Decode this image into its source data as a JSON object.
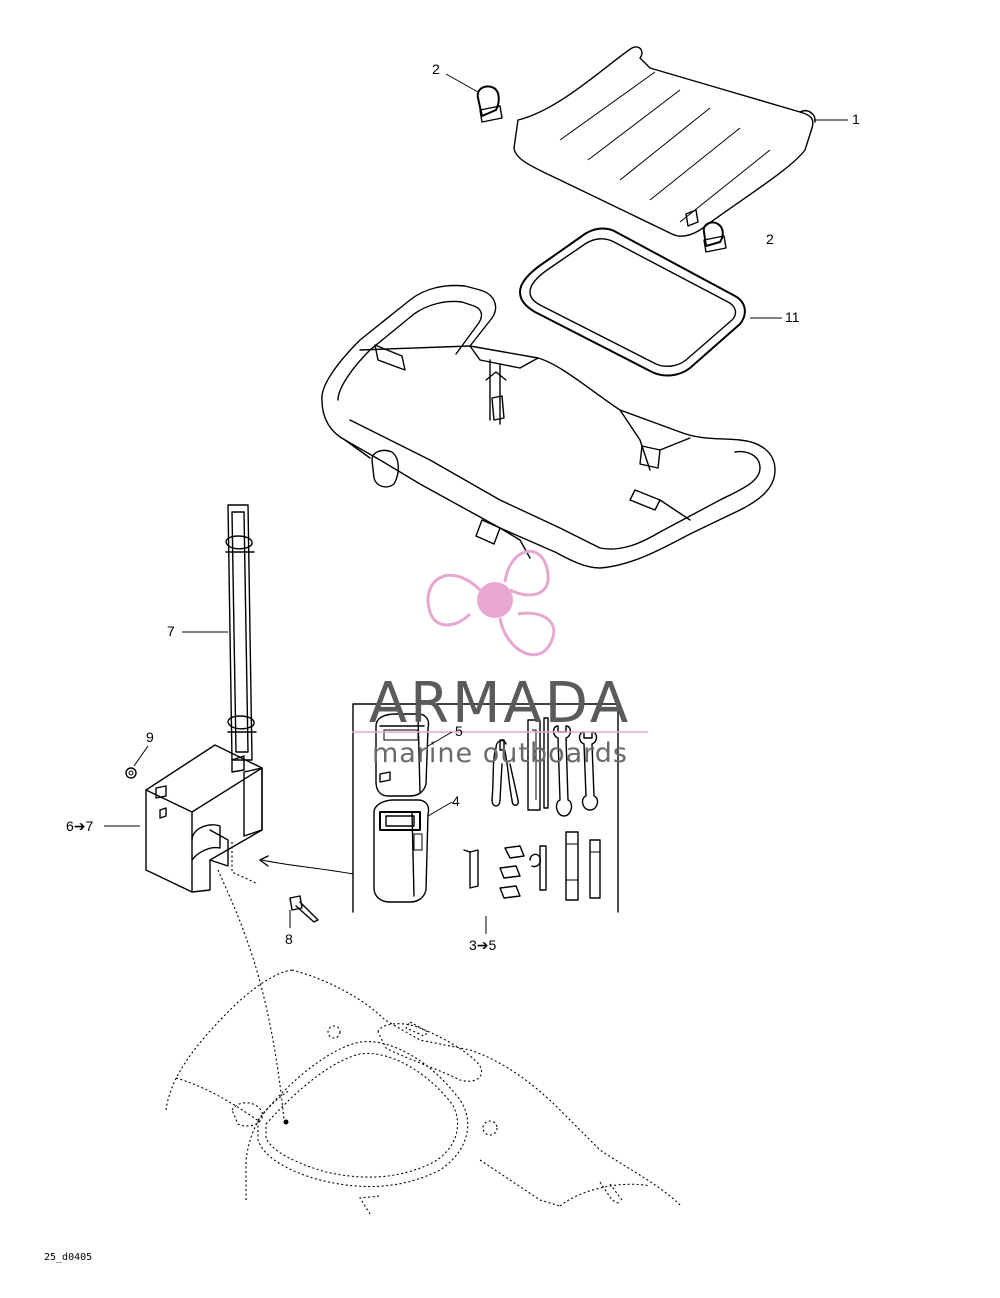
{
  "callouts": {
    "c1": "1",
    "c2a": "2",
    "c2b": "2",
    "c11": "11",
    "c7": "7",
    "c9": "9",
    "c67": "6➔7",
    "c5": "5",
    "c4": "4",
    "c8": "8",
    "c35": "3➔5"
  },
  "watermark": {
    "brand": "ARMADA",
    "tagline": "marine outboards",
    "brand_color": "#5a5a5a",
    "logo_color": "#e8a7d0"
  },
  "drawing_code": "25_d0405"
}
